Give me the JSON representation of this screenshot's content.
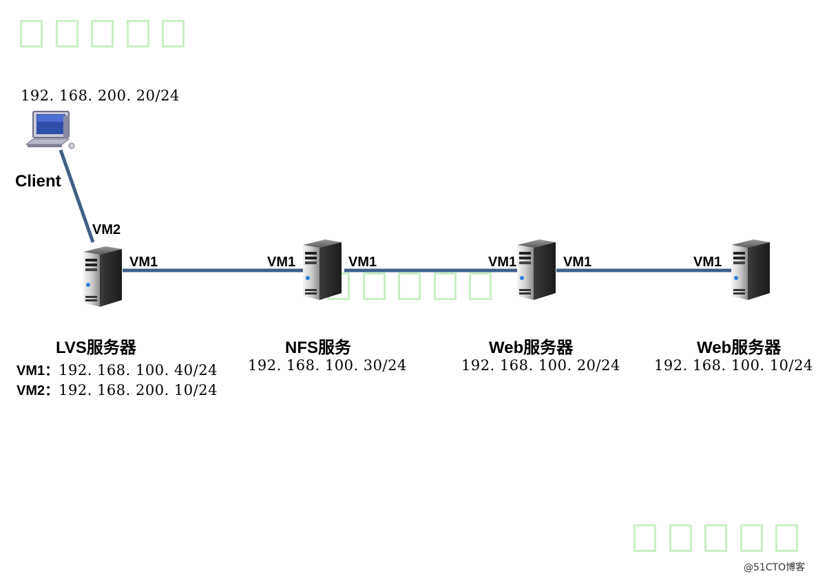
{
  "client": {
    "label": "Client",
    "ip": "192. 168. 200. 20/24",
    "port_label": "VM2"
  },
  "lvs": {
    "label": "LVS服务器",
    "port_right": "VM1",
    "ip_lines": [
      {
        "iface": "VM1：",
        "ip": "192. 168. 100. 40/24"
      },
      {
        "iface": "VM2：",
        "ip": "192. 168. 200. 10/24"
      }
    ]
  },
  "nfs": {
    "label": "NFS服务",
    "port_left": "VM1",
    "port_right": "VM1",
    "ip": "192. 168. 100. 30/24"
  },
  "web1": {
    "label": "Web服务器",
    "port_left": "VM1",
    "port_right": "VM1",
    "ip": "192. 168. 100. 20/24"
  },
  "web2": {
    "label": "Web服务器",
    "port_left": "VM1",
    "ip": "192. 168. 100. 10/24"
  },
  "footer": {
    "credit": "@51CTO博客"
  },
  "colors": {
    "link": "#3f5f86",
    "watermark": "#c9efc4"
  }
}
